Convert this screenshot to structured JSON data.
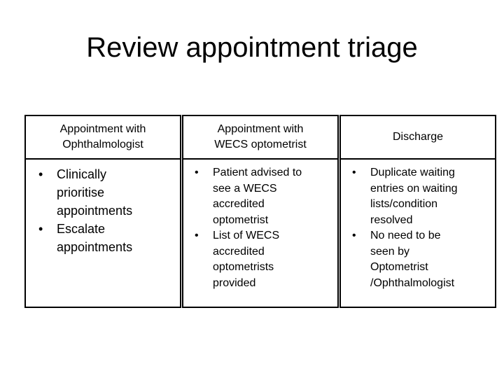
{
  "title": "Review appointment triage",
  "columns": [
    {
      "header": [
        "Appointment with",
        "Ophthalmologist"
      ],
      "items": [
        [
          "Clinically",
          "prioritise",
          "appointments"
        ],
        [
          "Escalate",
          "appointments"
        ]
      ]
    },
    {
      "header": [
        "Appointment with",
        "WECS optometrist"
      ],
      "items": [
        [
          "Patient advised to",
          "see a WECS",
          "accredited",
          "optometrist"
        ],
        [
          "List of WECS",
          "accredited",
          "optometrists",
          "provided"
        ]
      ]
    },
    {
      "header": [
        "Discharge"
      ],
      "items": [
        [
          "Duplicate waiting",
          "entries on waiting",
          "lists/condition",
          "resolved"
        ],
        [
          "No need to be",
          "seen by",
          "Optometrist",
          "/Ophthalmologist"
        ]
      ]
    }
  ],
  "bullet_glyph": "•"
}
